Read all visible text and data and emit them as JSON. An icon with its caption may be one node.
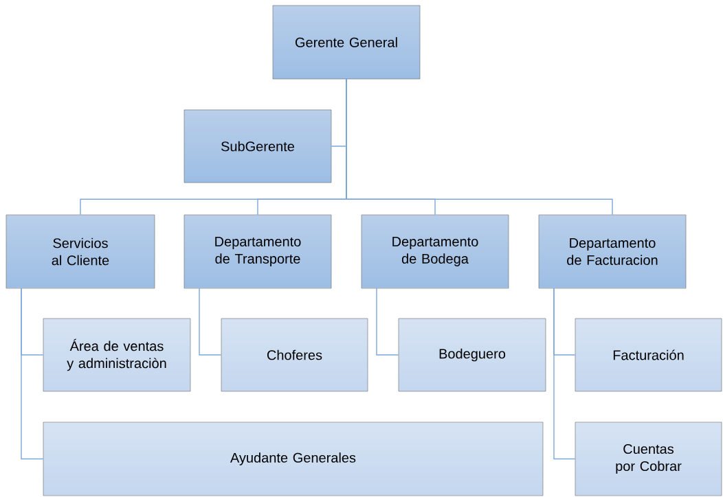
{
  "diagram": {
    "nodes": [
      {
        "text": [
          "Gerente General"
        ]
      },
      {
        "text": [
          "SubGerente"
        ]
      },
      {
        "text": [
          "Servicios al Cliente"
        ]
      },
      {
        "text": [
          "Departamento de Transporte"
        ]
      },
      {
        "text": [
          "Departamento de Bodega"
        ]
      },
      {
        "text": [
          "Departamento de Facturacion"
        ]
      },
      {
        "text": [
          "Área de ventas y administraciòn"
        ]
      },
      {
        "text": [
          "Ayudante  Generales"
        ]
      },
      {
        "text": [
          "Choferes"
        ]
      },
      {
        "text": [
          "Bodeguero"
        ]
      },
      {
        "text": [
          "Facturación"
        ]
      },
      {
        "text": [
          "Cuentas por Cobrar"
        ]
      }
    ],
    "edges": [
      {
        "from": 0,
        "to": 1,
        "arrow": "none"
      },
      {
        "from": 0,
        "to": 2,
        "arrow": "none"
      },
      {
        "from": 0,
        "to": 3,
        "arrow": "none"
      },
      {
        "from": 0,
        "to": 4,
        "arrow": "none"
      },
      {
        "from": 0,
        "to": 5,
        "arrow": "none"
      },
      {
        "from": 2,
        "to": 6,
        "arrow": "none"
      },
      {
        "from": 2,
        "to": 7,
        "arrow": "none"
      },
      {
        "from": 3,
        "to": 8,
        "arrow": "none"
      },
      {
        "from": 4,
        "to": 9,
        "arrow": "none"
      },
      {
        "from": 5,
        "to": 10,
        "arrow": "none"
      },
      {
        "from": 5,
        "to": 11,
        "arrow": "none"
      }
    ]
  }
}
